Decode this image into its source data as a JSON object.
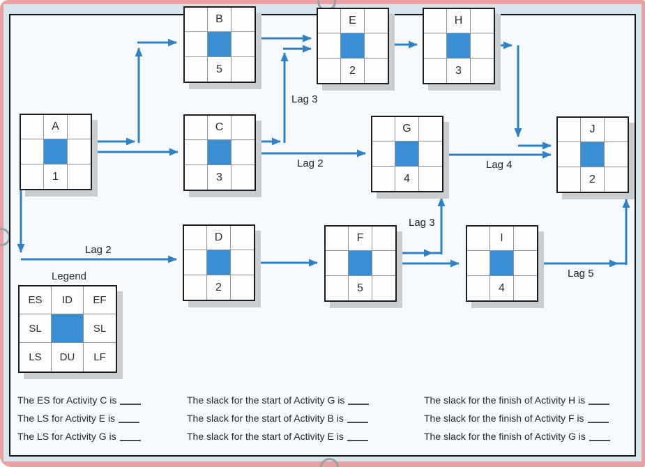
{
  "nodes": [
    {
      "id": "A",
      "duration": "1"
    },
    {
      "id": "B",
      "duration": "5"
    },
    {
      "id": "C",
      "duration": "3"
    },
    {
      "id": "D",
      "duration": "2"
    },
    {
      "id": "E",
      "duration": "2"
    },
    {
      "id": "F",
      "duration": "5"
    },
    {
      "id": "G",
      "duration": "4"
    },
    {
      "id": "H",
      "duration": "3"
    },
    {
      "id": "I",
      "duration": "4"
    },
    {
      "id": "J",
      "duration": "2"
    }
  ],
  "lags": {
    "a_d": "Lag 2",
    "c_e": "Lag 3",
    "c_g": "Lag 2",
    "f_g": "Lag 3",
    "g_j": "Lag 4",
    "i_j": "Lag 5"
  },
  "legend": {
    "title": "Legend",
    "cells": [
      "ES",
      "ID",
      "EF",
      "SL",
      "SL",
      "LS",
      "DU",
      "LF"
    ]
  },
  "questions": {
    "col1": [
      "The ES for Activity C is",
      "The LS for Activity E is",
      "The LS for Activity G is"
    ],
    "col2": [
      "The slack for the start of Activity G is",
      "The slack for the start of Activity B is",
      "The slack for the start of Activity E is"
    ],
    "col3": [
      "The slack for the finish of Activity H is",
      "The slack for the finish of Activity F is",
      "The slack for the finish of Activity G is"
    ]
  },
  "colors": {
    "arrow_blue": "#2f81c4",
    "node_fill_blue": "#3a8ed3",
    "frame_pink": "#e9a1a1",
    "mat_blue": "#d7e4ee"
  }
}
